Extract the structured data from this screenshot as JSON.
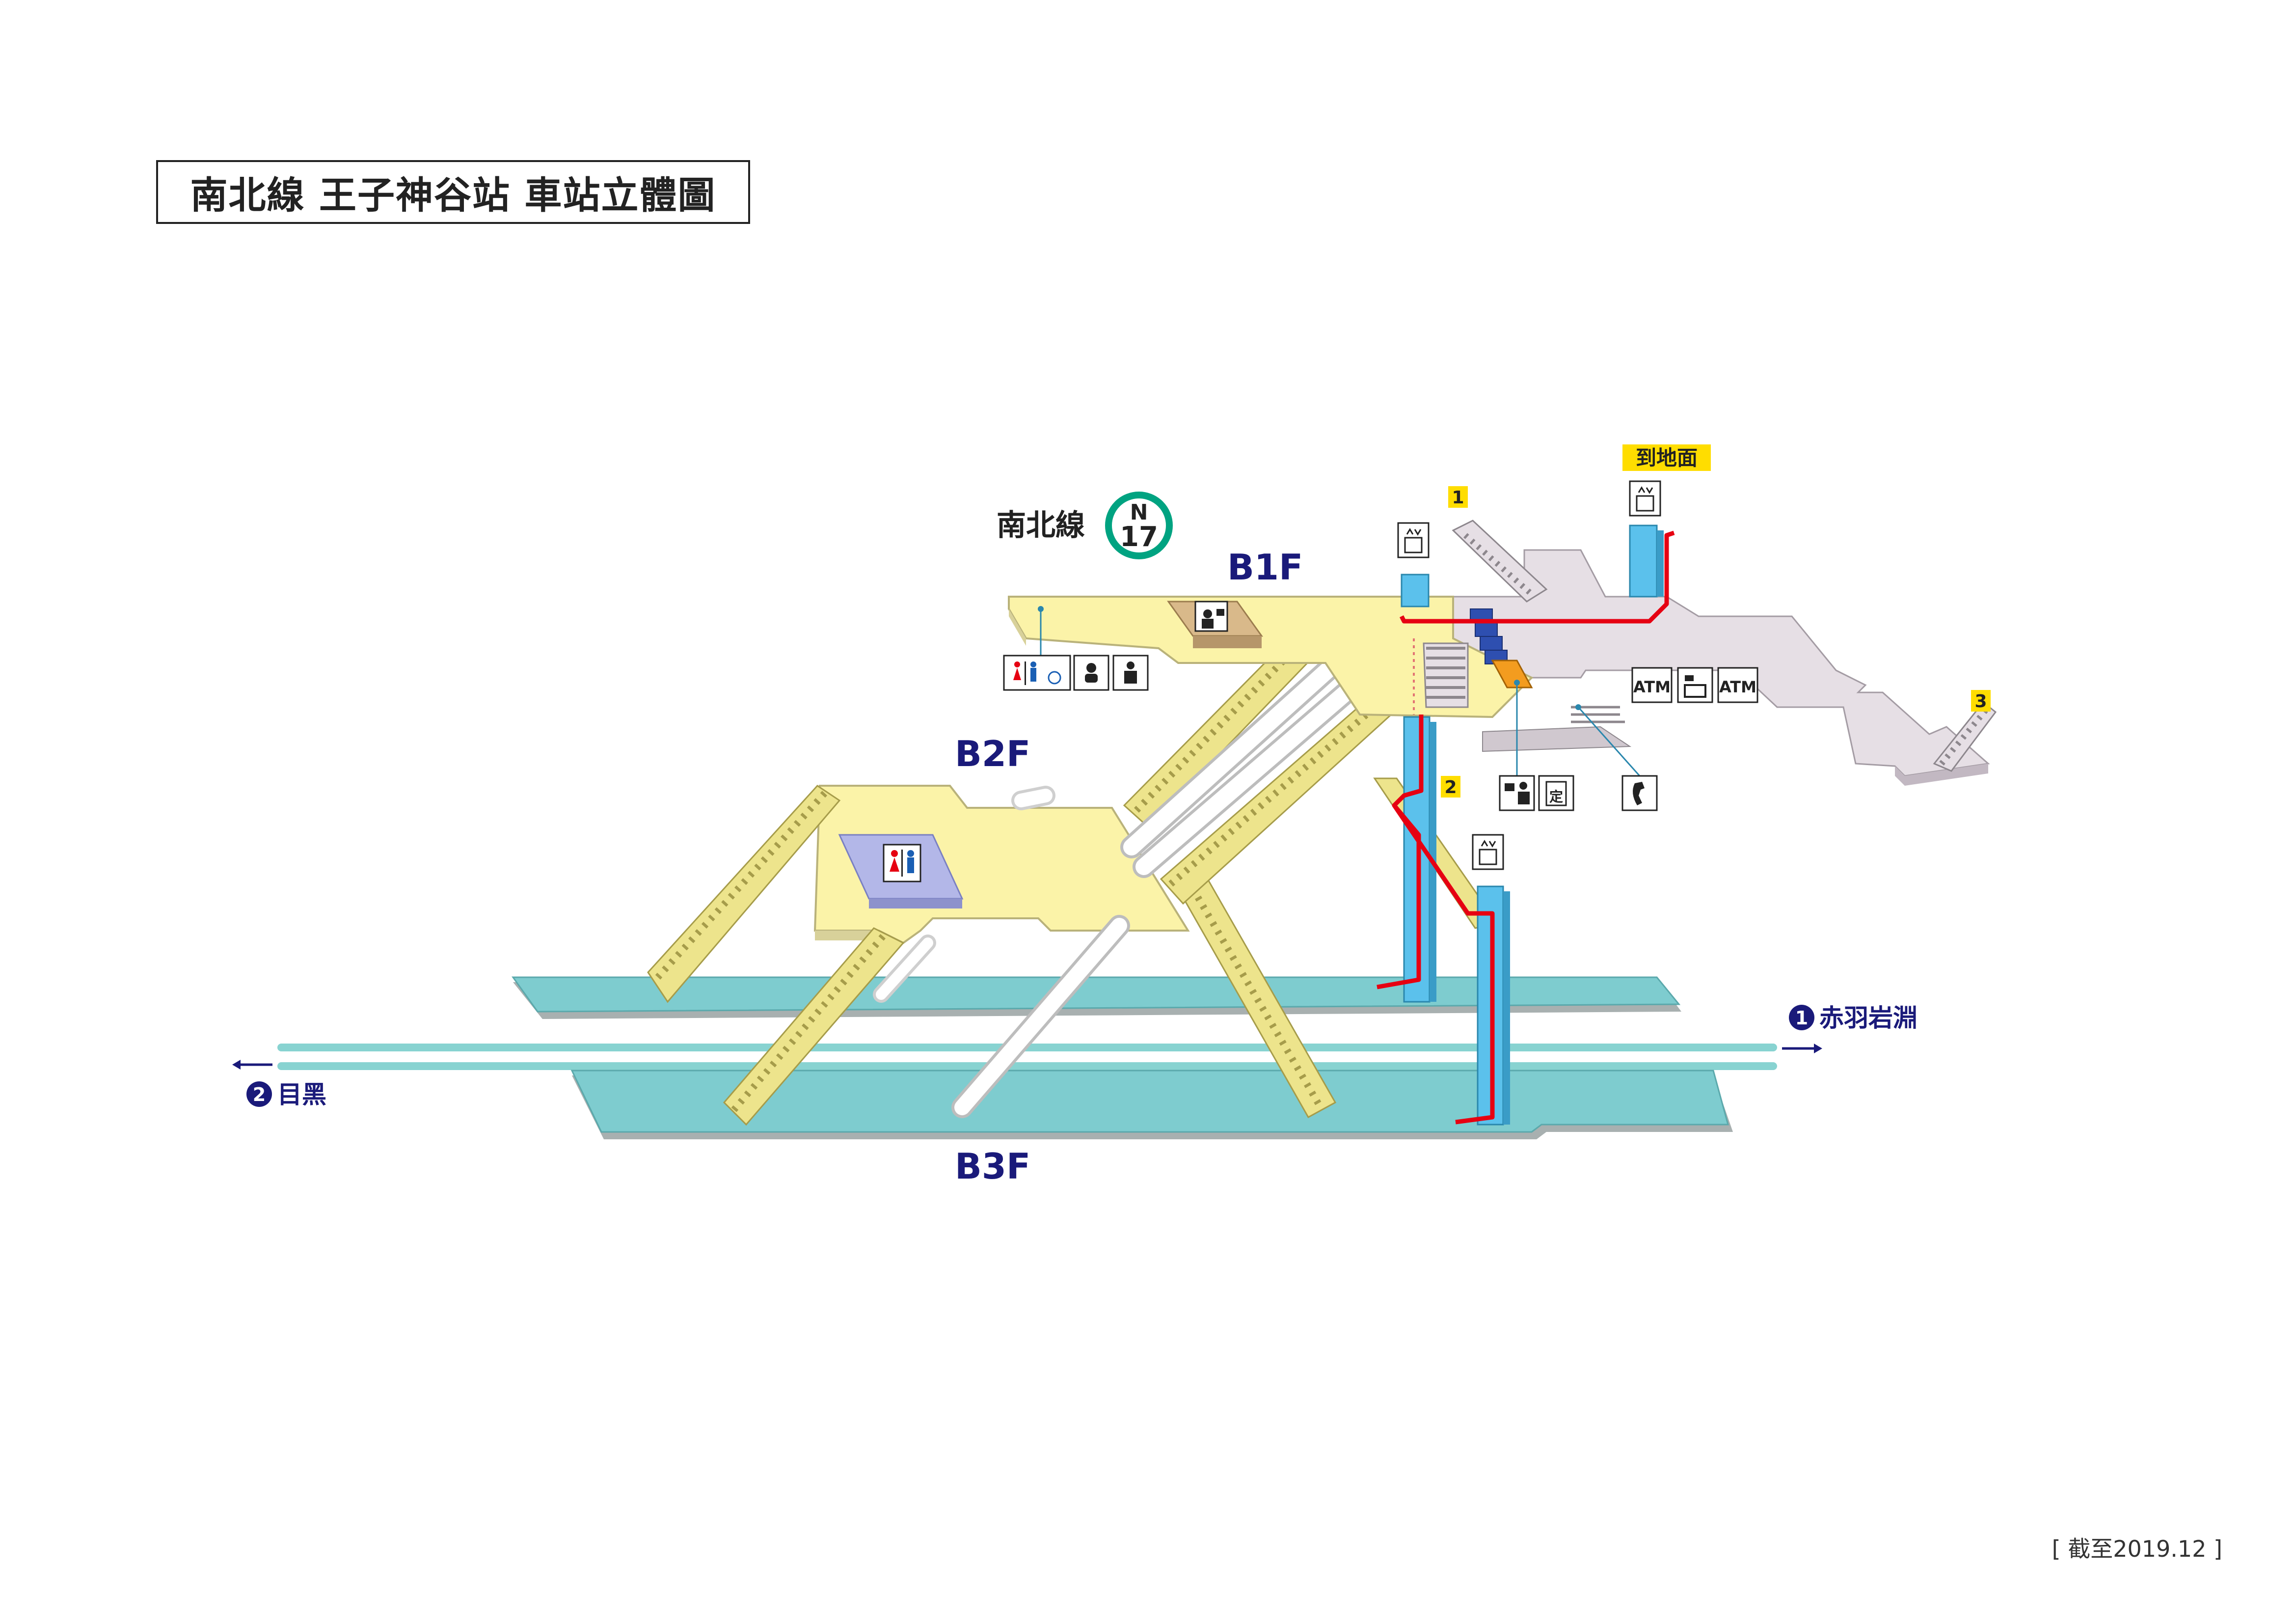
{
  "title": "南北線 王子神谷站 車站立體圖",
  "line_badge": {
    "line_name": "南北線",
    "letter": "N",
    "number": "17",
    "color": "#00a381"
  },
  "floors": {
    "b1": "B1F",
    "b2": "B2F",
    "b3": "B3F"
  },
  "exits": {
    "exit1": "1",
    "exit2": "2",
    "exit3": "3",
    "to_ground": "到地面"
  },
  "directions": {
    "east": {
      "number": "1",
      "label": "赤羽岩淵"
    },
    "west": {
      "number": "2",
      "label": "目黑"
    }
  },
  "facilities": {
    "atm_1": "ATM",
    "atm_2": "ATM",
    "fare_label": "定"
  },
  "footer": "[ 截至2019.12 ]",
  "colors": {
    "concourse_yellow": "#fbf3a8",
    "concourse_edge": "#b9b27a",
    "stairs": "#ede48c",
    "platform": "#7ecccf",
    "platform_edge": "#9aa3a3",
    "track": "#88d3d1",
    "passage_gray": "#e6dfe5",
    "elevator_blue": "#5bc1ec",
    "elevator_route": "#e60012",
    "navy": "#1a1a7a",
    "exit_yellow": "#ffdd00"
  },
  "icons": [
    "elevator-icon",
    "toilet-icon",
    "wheelchair-icon",
    "baby-care-icon",
    "ostomate-icon",
    "station-office-icon",
    "atm-icon",
    "locker-icon",
    "fare-adjustment-icon",
    "commuter-pass-icon",
    "telephone-icon"
  ]
}
